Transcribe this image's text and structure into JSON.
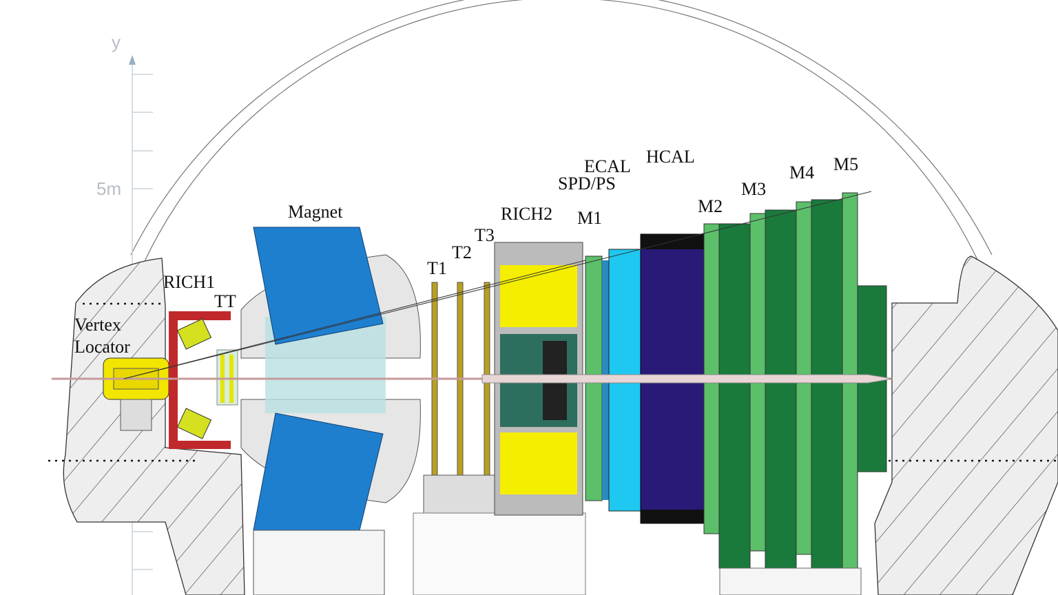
{
  "axis": {
    "label": "y",
    "tick_label": "5m"
  },
  "labels": {
    "vertex_locator_line1": "Vertex",
    "vertex_locator_line2": "Locator",
    "rich1": "RICH1",
    "tt": "TT",
    "magnet": "Magnet",
    "t1": "T1",
    "t2": "T2",
    "t3": "T3",
    "rich2": "RICH2",
    "m1": "M1",
    "spd_ps": "SPD/PS",
    "ecal": "ECAL",
    "hcal": "HCAL",
    "m2": "M2",
    "m3": "M3",
    "m4": "M4",
    "m5": "M5"
  },
  "colors": {
    "magnet": "#1f7fcf",
    "vertex": "#f2e600",
    "rich1": "#c0282c",
    "rich2_yellow": "#f5ee00",
    "ecal": "#1ec8f0",
    "hcal": "#2a1a78",
    "muon_dark": "#1a7a3c",
    "muon_light": "#5cbf6a",
    "concrete": "#eeeeee"
  }
}
